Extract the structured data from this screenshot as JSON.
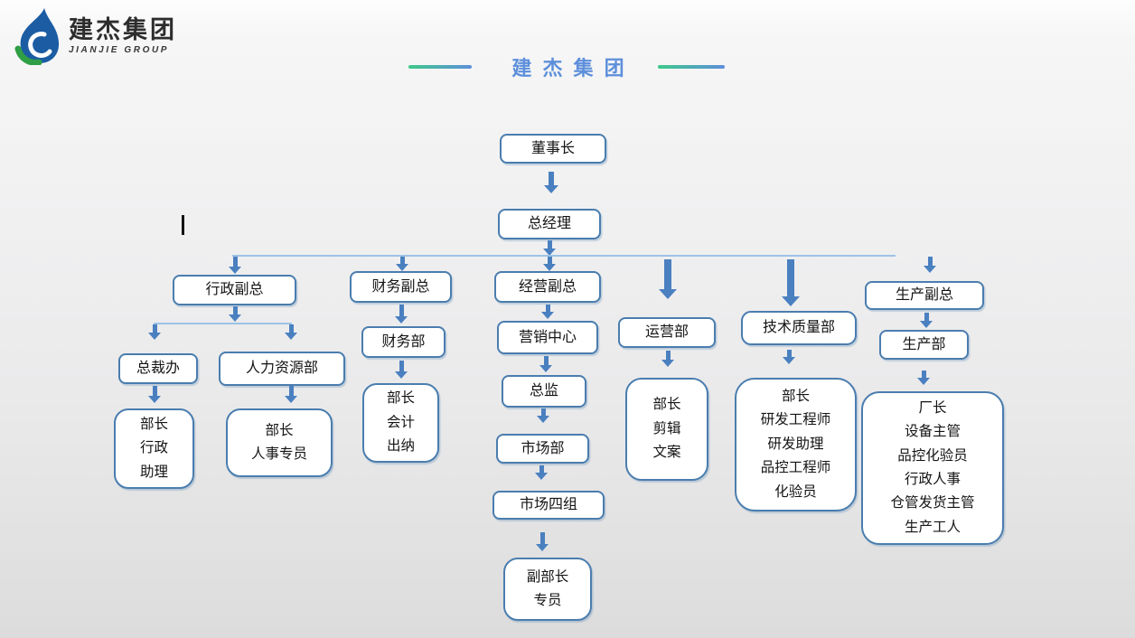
{
  "header": {
    "title": "建 杰 集 团"
  },
  "logo": {
    "name_cn": "建杰集团",
    "name_en": "JIANJIE GROUP"
  },
  "org": {
    "chairman": "董事长",
    "general_manager": "总经理",
    "admin_vp": "行政副总",
    "finance_vp": "财务副总",
    "business_vp": "经营副总",
    "operations_dept": "运营部",
    "tech_quality_dept": "技术质量部",
    "production_vp": "生产副总",
    "ceo_office": "总裁办",
    "hr_dept": "人力资源部",
    "admin_office_staff": "部长\n行政\n助理",
    "hr_staff": "部长\n人事专员",
    "finance_dept": "财务部",
    "finance_staff": "部长\n会计\n出纳",
    "marketing_center": "营销中心",
    "marketing_director": "总监",
    "market_dept": "市场部",
    "market_group_four": "市场四组",
    "market_staff": "副部长\n专员",
    "operations_staff": "部长\n剪辑\n文案",
    "tech_quality_staff": "部长\n研发工程师\n研发助理\n品控工程师\n化验员",
    "production_dept": "生产部",
    "production_staff": "厂长\n设备主管\n品控化验员\n行政人事\n仓管发货主管\n生产工人"
  },
  "edges": [
    [
      "chairman",
      "general_manager"
    ],
    [
      "general_manager",
      "admin_vp"
    ],
    [
      "general_manager",
      "finance_vp"
    ],
    [
      "general_manager",
      "business_vp"
    ],
    [
      "general_manager",
      "operations_dept"
    ],
    [
      "general_manager",
      "tech_quality_dept"
    ],
    [
      "general_manager",
      "production_vp"
    ],
    [
      "admin_vp",
      "ceo_office"
    ],
    [
      "admin_vp",
      "hr_dept"
    ],
    [
      "ceo_office",
      "admin_office_staff"
    ],
    [
      "hr_dept",
      "hr_staff"
    ],
    [
      "finance_vp",
      "finance_dept"
    ],
    [
      "finance_dept",
      "finance_staff"
    ],
    [
      "business_vp",
      "marketing_center"
    ],
    [
      "marketing_center",
      "marketing_director"
    ],
    [
      "marketing_director",
      "market_dept"
    ],
    [
      "market_dept",
      "market_group_four"
    ],
    [
      "market_group_four",
      "market_staff"
    ],
    [
      "operations_dept",
      "operations_staff"
    ],
    [
      "tech_quality_dept",
      "tech_quality_staff"
    ],
    [
      "production_vp",
      "production_dept"
    ],
    [
      "production_dept",
      "production_staff"
    ]
  ],
  "colors": {
    "arrow": "#4a80c0",
    "node_border": "#4a7dae",
    "connector_line": "#9dc3e6",
    "title_text": "#5d8fdb",
    "decor_gradient_start": "#3ec98a",
    "decor_gradient_end": "#5d8fdb",
    "logo_blue": "#1b5ca3",
    "logo_green": "#2f9e45"
  }
}
